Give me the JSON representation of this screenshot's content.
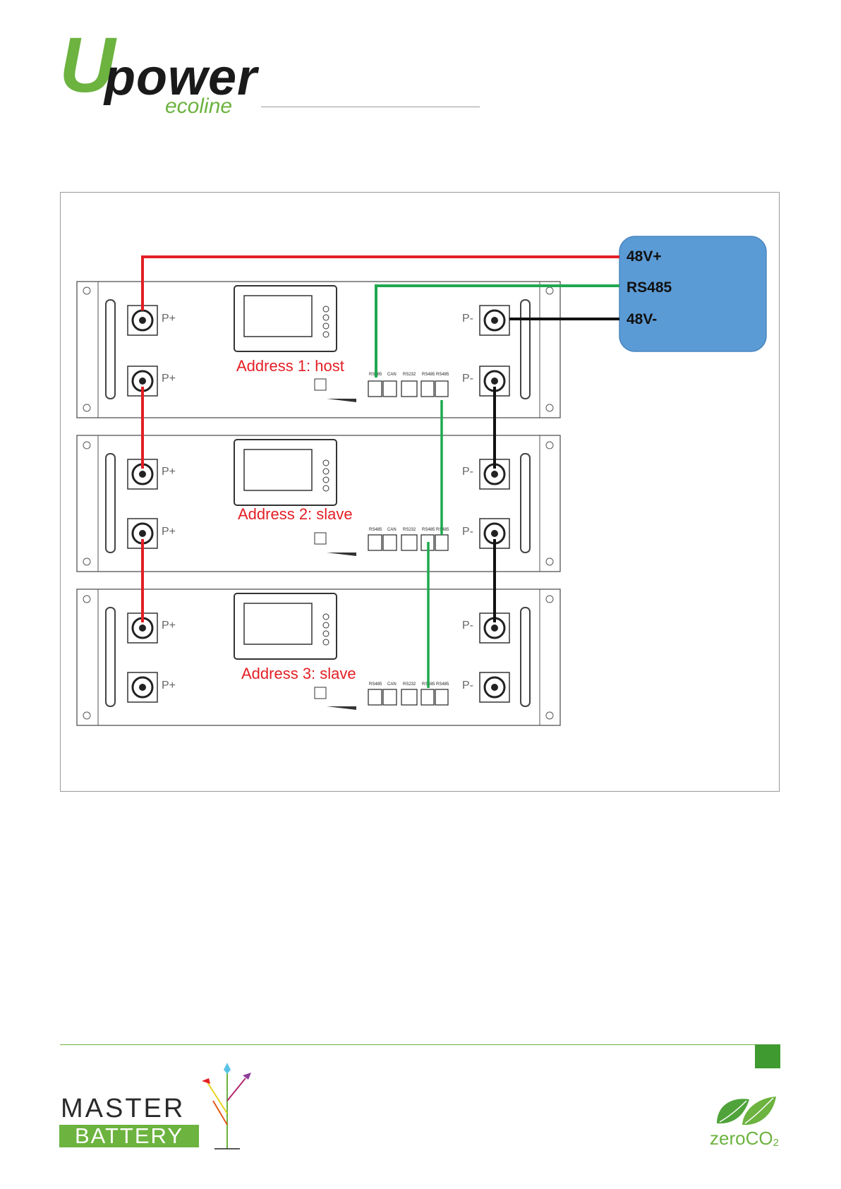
{
  "header": {
    "logo_u": "U",
    "logo_power": "power",
    "logo_subtitle": "ecoline"
  },
  "inverter": {
    "color": "#5b9bd5",
    "labels": [
      "48V+",
      "RS485",
      "48V-"
    ]
  },
  "modules": [
    {
      "address_label": "Address 1: host",
      "ports": [
        "RS485",
        "CAN",
        "RS232",
        "RS485",
        "RS485"
      ],
      "terminal_left": [
        "P+",
        "P+"
      ],
      "terminal_right": [
        "P-",
        "P-"
      ]
    },
    {
      "address_label": "Address 2: slave",
      "ports": [
        "RS485",
        "CAN",
        "RS232",
        "RS485",
        "RS485"
      ],
      "terminal_left": [
        "P+",
        "P+"
      ],
      "terminal_right": [
        "P-",
        "P-"
      ]
    },
    {
      "address_label": "Address 3: slave",
      "ports": [
        "RS485",
        "CAN",
        "RS232",
        "RS485",
        "RS485"
      ],
      "terminal_left": [
        "P+",
        "P+"
      ],
      "terminal_right": [
        "P-",
        "P-"
      ]
    }
  ],
  "colors": {
    "positive_cable": "#e31e24",
    "negative_cable": "#111111",
    "comm_cable": "#1fa84f",
    "brand_green": "#6cb33f",
    "label_red": "#e31e24"
  },
  "footer": {
    "master_text": "MASTER",
    "battery_text": "BATTERY",
    "zero_text": "zeroCO",
    "zero_sub": "2"
  }
}
